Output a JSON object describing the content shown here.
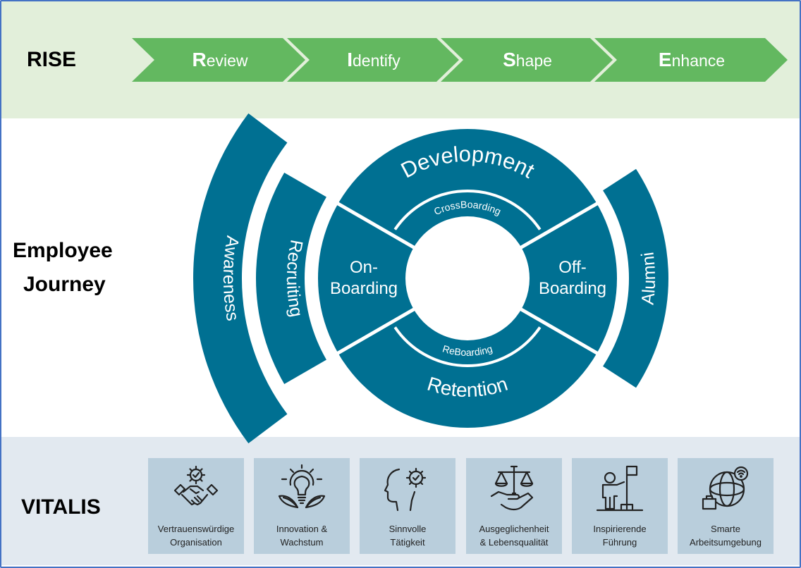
{
  "colors": {
    "accent_green": "#63b860",
    "rise_band": "#e2efda",
    "journey_teal": "#007092",
    "vitalis_band": "#e2e9f0",
    "tile_bg": "#b9cedc",
    "frame_border": "#4472c4"
  },
  "rise": {
    "label": "RISE",
    "steps": [
      {
        "initial": "R",
        "rest": "eview"
      },
      {
        "initial": "I",
        "rest": "dentify"
      },
      {
        "initial": "S",
        "rest": "hape"
      },
      {
        "initial": "E",
        "rest": "nhance"
      }
    ]
  },
  "journey": {
    "label_line1": "Employee",
    "label_line2": "Journey",
    "outer_arcs": {
      "awareness": "Awareness",
      "recruiting": "Recruiting",
      "alumni": "Alumni"
    },
    "ring": {
      "development": "Development",
      "crossboarding": "CrossBoarding",
      "onboarding_line1": "On-",
      "onboarding_line2": "Boarding",
      "offboarding_line1": "Off-",
      "offboarding_line2": "Boarding",
      "reboarding": "ReBoarding",
      "retention": "Retention"
    }
  },
  "vitalis": {
    "label": "VITALIS",
    "tiles": [
      {
        "icon": "handshake-gear-icon",
        "line1": "Vertrauenswürdige",
        "line2": "Organisation"
      },
      {
        "icon": "lightbulb-gear-icon",
        "line1": "Innovation  &",
        "line2": "Wachstum"
      },
      {
        "icon": "head-gear-icon",
        "line1": "Sinnvolle",
        "line2": "Tätigkeit"
      },
      {
        "icon": "scale-hand-icon",
        "line1": "Ausgeglichenheit",
        "line2": "& Lebensqualität"
      },
      {
        "icon": "person-flag-icon",
        "line1": "Inspirierende",
        "line2": "Führung"
      },
      {
        "icon": "globe-briefcase-wifi-icon",
        "line1": "Smarte",
        "line2": "Arbeitsumgebung"
      }
    ]
  }
}
